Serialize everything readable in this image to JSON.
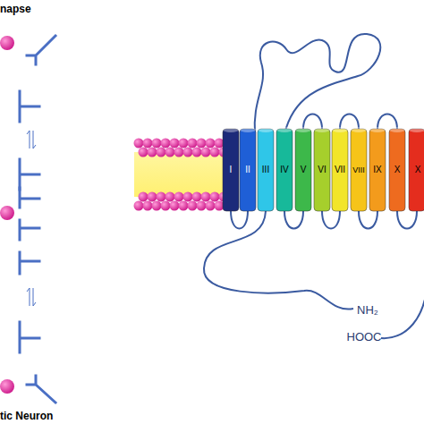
{
  "diagram": {
    "labels": [
      "napse",
      "tic Neuron",
      "I",
      "II",
      "III",
      "IV",
      "V",
      "VI",
      "VII",
      "VIII",
      "IX",
      "X",
      "X",
      "NH₂",
      "HOOC"
    ]
  }
}
